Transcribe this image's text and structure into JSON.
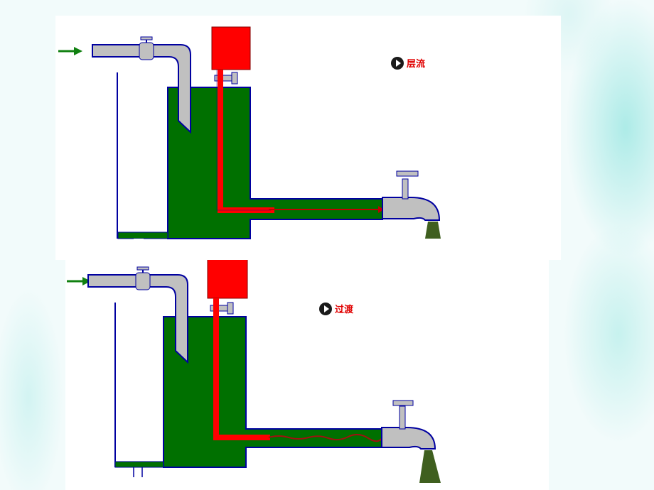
{
  "panels": [
    {
      "id": "laminar",
      "button_label": "层流"
    },
    {
      "id": "transitional",
      "button_label": "过渡"
    }
  ],
  "colors": {
    "water": "#007000",
    "dye": "#ff0000",
    "pipe": "#c0c0c0",
    "outline": "#0000a0",
    "inlet_arrow": "#108010",
    "outflow": "#3f5f1f",
    "button_text": "#e00000"
  },
  "icons": [
    "inlet-arrow-icon",
    "valve-icon",
    "faucet-icon",
    "play-icon"
  ]
}
